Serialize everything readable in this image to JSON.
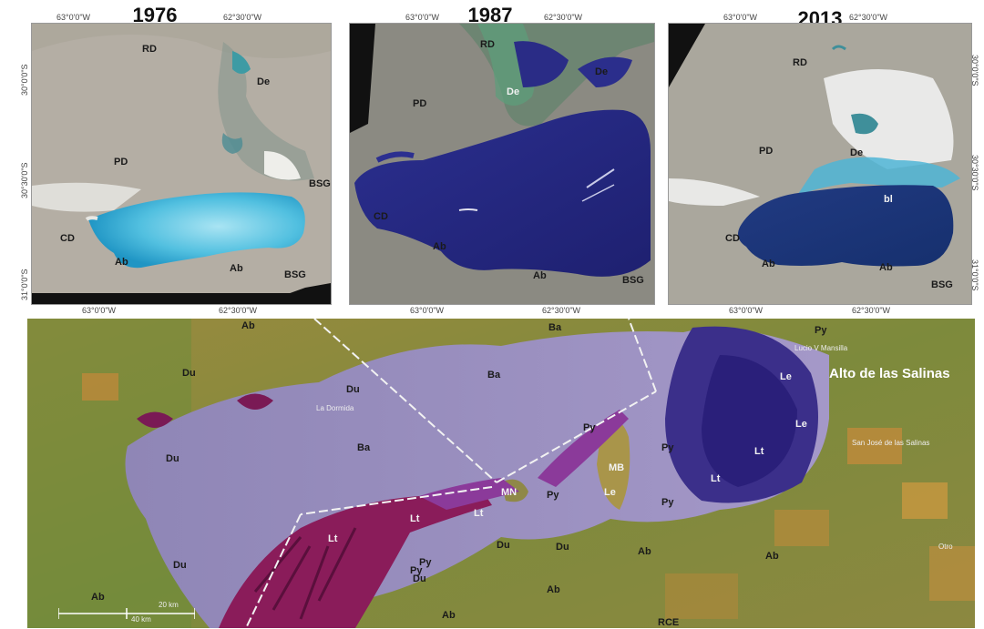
{
  "panels": [
    {
      "year": "1976",
      "coords_top": [
        "63°0'0\"W",
        "62°30'0\"W"
      ],
      "coords_bottom": [
        "63°0'0\"W",
        "62°30'0\"W"
      ],
      "coords_left": [
        "30°0'0\"S",
        "30°30'0\"S",
        "31°0'0\"S"
      ],
      "labels": [
        "RD",
        "De",
        "PD",
        "BSG",
        "CD",
        "Ab",
        "Ab",
        "BSG"
      ]
    },
    {
      "year": "1987",
      "coords_top": [
        "63°0'0\"W",
        "62°30'0\"W"
      ],
      "coords_bottom": [
        "63°0'0\"W",
        "62°30'0\"W"
      ],
      "labels": [
        "RD",
        "De",
        "De",
        "PD",
        "CD",
        "Ab",
        "Ab",
        "BSG"
      ]
    },
    {
      "year": "2013",
      "coords_top": [
        "63°0'0\"W",
        "62°30'0\"W"
      ],
      "coords_bottom": [
        "63°0'0\"W",
        "62°30'0\"W"
      ],
      "coords_right": [
        "30°0'0\"S",
        "30°30'0\"S",
        "31°0'0\"S"
      ],
      "labels": [
        "RD",
        "PD",
        "De",
        "bl",
        "CD",
        "Ab",
        "Ab",
        "BSG"
      ]
    }
  ],
  "bottom_map": {
    "labels": [
      "Ab",
      "Ba",
      "Py",
      "Du",
      "Du",
      "La Dormida",
      "Ba",
      "Ba",
      "Le",
      "Le",
      "Le",
      "Py",
      "Py",
      "Py",
      "Py",
      "MB",
      "MN",
      "Py",
      "Lt",
      "Lt",
      "Lt",
      "Lt",
      "Lt",
      "Du",
      "Du",
      "Du",
      "Du",
      "Py",
      "Ab",
      "Ab",
      "Ab",
      "Ab",
      "Ab",
      "RCE",
      "Du"
    ],
    "place_names": {
      "alto": "Alto de las Salinas",
      "mansilla": "Lucio V Mansilla",
      "san_jose": "San José de las Salinas",
      "other": "Otro"
    },
    "scale": {
      "top": "20 km",
      "bottom": "40 km"
    }
  },
  "colors": {
    "water_1976": "#3fb3d9",
    "water_dark": "#2a2a8a",
    "terrain": "#b9b3a8",
    "salt": "#e9e9e6",
    "bottom_field": "#8a8f4a",
    "bottom_purple": "#9a7fc9",
    "bottom_magenta": "#8a1c5a"
  }
}
